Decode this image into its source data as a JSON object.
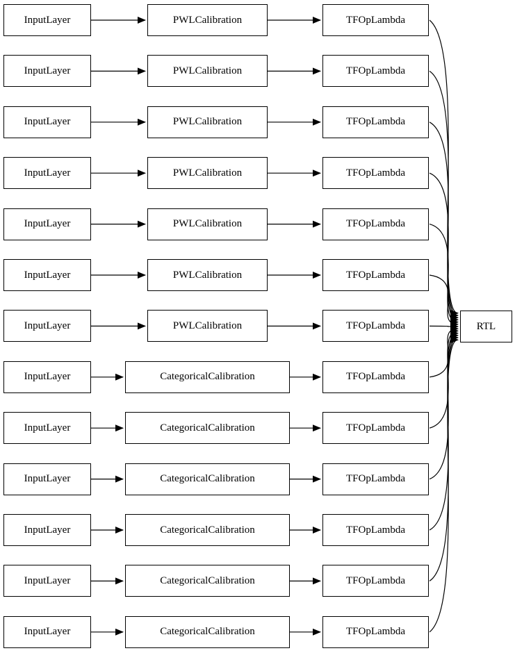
{
  "diagram": {
    "rows": [
      {
        "input": "InputLayer",
        "calibration": "PWLCalibration",
        "lambda": "TFOpLambda"
      },
      {
        "input": "InputLayer",
        "calibration": "PWLCalibration",
        "lambda": "TFOpLambda"
      },
      {
        "input": "InputLayer",
        "calibration": "PWLCalibration",
        "lambda": "TFOpLambda"
      },
      {
        "input": "InputLayer",
        "calibration": "PWLCalibration",
        "lambda": "TFOpLambda"
      },
      {
        "input": "InputLayer",
        "calibration": "PWLCalibration",
        "lambda": "TFOpLambda"
      },
      {
        "input": "InputLayer",
        "calibration": "PWLCalibration",
        "lambda": "TFOpLambda"
      },
      {
        "input": "InputLayer",
        "calibration": "PWLCalibration",
        "lambda": "TFOpLambda"
      },
      {
        "input": "InputLayer",
        "calibration": "CategoricalCalibration",
        "lambda": "TFOpLambda"
      },
      {
        "input": "InputLayer",
        "calibration": "CategoricalCalibration",
        "lambda": "TFOpLambda"
      },
      {
        "input": "InputLayer",
        "calibration": "CategoricalCalibration",
        "lambda": "TFOpLambda"
      },
      {
        "input": "InputLayer",
        "calibration": "CategoricalCalibration",
        "lambda": "TFOpLambda"
      },
      {
        "input": "InputLayer",
        "calibration": "CategoricalCalibration",
        "lambda": "TFOpLambda"
      },
      {
        "input": "InputLayer",
        "calibration": "CategoricalCalibration",
        "lambda": "TFOpLambda"
      }
    ],
    "output_node": {
      "label": "RTL"
    },
    "edge_color": "#000000",
    "node_border_color": "#000000",
    "background_color": "#ffffff"
  }
}
